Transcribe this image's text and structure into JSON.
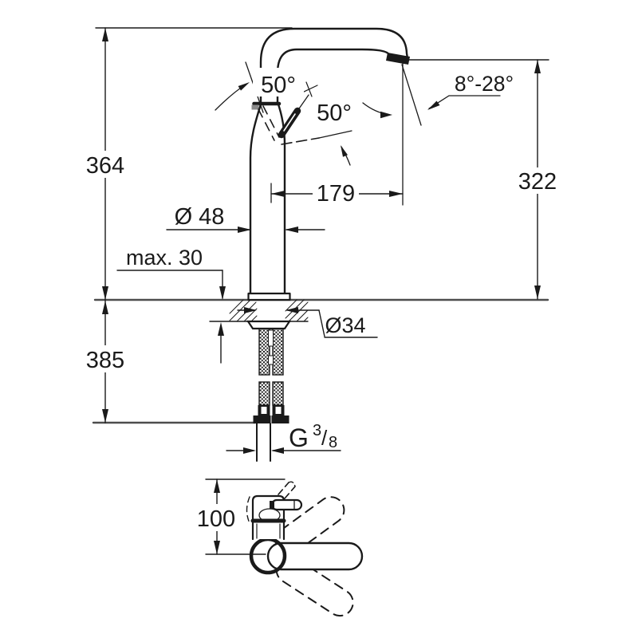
{
  "side_view": {
    "dim_height_top": "364",
    "dim_height_bottom": "385",
    "dim_spout_tip_height": "322",
    "dim_spout_reach": "179",
    "dim_body_diameter": "Ø 48",
    "dim_deck_thickness": "max. 30",
    "dim_hole_diameter": "Ø34",
    "angle_lever_open": "50°",
    "angle_lever_plane": "50°",
    "angle_outlet_range": "8°-28°",
    "thread_spec": {
      "prefix": "G",
      "numerator": "3",
      "slash": "/",
      "denominator": "8"
    }
  },
  "top_view": {
    "dim_lever_height": "100"
  },
  "colors": {
    "line": "#1a1a1a",
    "reference_line": "#4d4d4d",
    "background": "#ffffff"
  }
}
